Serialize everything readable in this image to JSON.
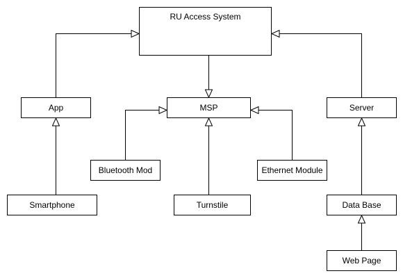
{
  "diagram": {
    "nodes": {
      "root": "RU Access System",
      "app": "App",
      "msp": "MSP",
      "server": "Server",
      "bluetooth": "Bluetooth Mod",
      "ethernet": "Ethernet Module",
      "smartphone": "Smartphone",
      "turnstile": "Turnstile",
      "database": "Data Base",
      "webpage": "Web Page"
    },
    "relations": [
      {
        "from": "app",
        "to": "root",
        "type": "inheritance"
      },
      {
        "from": "server",
        "to": "root",
        "type": "inheritance"
      },
      {
        "from": "root",
        "to": "msp",
        "type": "inheritance"
      },
      {
        "from": "bluetooth",
        "to": "msp",
        "type": "inheritance"
      },
      {
        "from": "ethernet",
        "to": "msp",
        "type": "inheritance"
      },
      {
        "from": "turnstile",
        "to": "msp",
        "type": "inheritance"
      },
      {
        "from": "smartphone",
        "to": "app",
        "type": "inheritance"
      },
      {
        "from": "database",
        "to": "server",
        "type": "inheritance"
      },
      {
        "from": "webpage",
        "to": "database",
        "type": "inheritance"
      }
    ]
  }
}
